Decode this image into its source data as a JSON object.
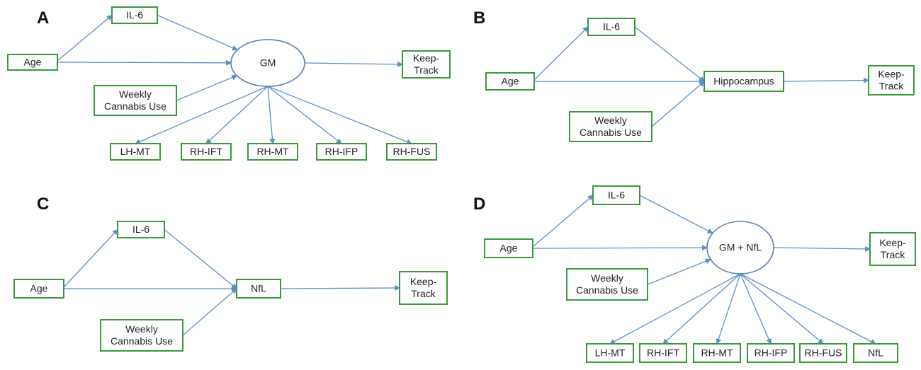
{
  "figure": {
    "colors": {
      "box_border": "#3a9a3a",
      "arrow": "#5b8fc8",
      "ellipse_border": "#5b7fb3",
      "text": "#222222"
    },
    "panels": [
      {
        "id": "A",
        "label": "A",
        "nodes": {
          "il6": "IL-6",
          "age": "Age",
          "cannabis": [
            "Weekly",
            "Cannabis Use"
          ],
          "center": "GM",
          "outcome": [
            "Keep-",
            "Track"
          ],
          "regions": [
            "LH-MT",
            "RH-IFT",
            "RH-MT",
            "RH-IFP",
            "RH-FUS"
          ]
        }
      },
      {
        "id": "B",
        "label": "B",
        "nodes": {
          "il6": "IL-6",
          "age": "Age",
          "cannabis": [
            "Weekly",
            "Cannabis Use"
          ],
          "center": "Hippocampus",
          "outcome": [
            "Keep-",
            "Track"
          ]
        }
      },
      {
        "id": "C",
        "label": "C",
        "nodes": {
          "il6": "IL-6",
          "age": "Age",
          "cannabis": [
            "Weekly",
            "Cannabis Use"
          ],
          "center": "NfL",
          "outcome": [
            "Keep-",
            "Track"
          ]
        }
      },
      {
        "id": "D",
        "label": "D",
        "nodes": {
          "il6": "IL-6",
          "age": "Age",
          "cannabis": [
            "Weekly",
            "Cannabis Use"
          ],
          "center": "GM + NfL",
          "outcome": [
            "Keep-",
            "Track"
          ],
          "regions": [
            "LH-MT",
            "RH-IFT",
            "RH-MT",
            "RH-IFP",
            "RH-FUS",
            "NfL"
          ]
        }
      }
    ]
  }
}
